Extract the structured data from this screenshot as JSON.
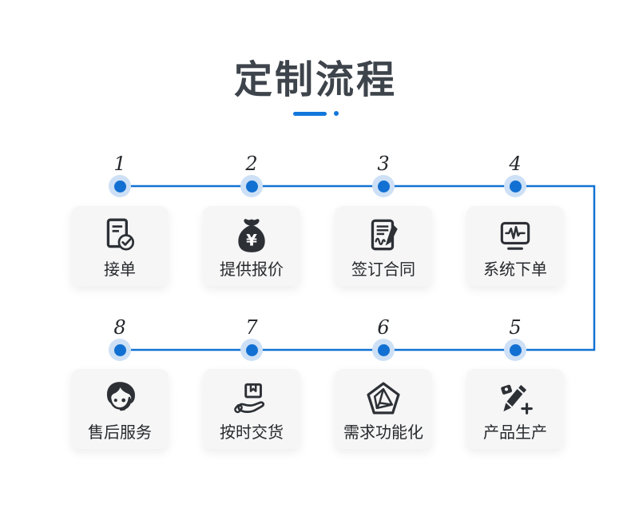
{
  "header": {
    "title": "定制流程",
    "title_color": "#3e444b",
    "accent_color": "#1277dd"
  },
  "flow": {
    "line_color": "#1272d4",
    "dot_color": "#1270d2",
    "dot_halo_color": "#cde0f6",
    "card_bg": "#f6f6f6",
    "icon_color": "#2d3136",
    "steps": [
      {
        "number": "1",
        "label": "接单",
        "icon": "order-document-check-icon",
        "row": 1,
        "col": 1
      },
      {
        "number": "2",
        "label": "提供报价",
        "icon": "money-bag-yen-icon",
        "row": 1,
        "col": 2
      },
      {
        "number": "3",
        "label": "签订合同",
        "icon": "contract-sign-pen-icon",
        "row": 1,
        "col": 3
      },
      {
        "number": "4",
        "label": "系统下单",
        "icon": "system-monitor-wave-icon",
        "row": 1,
        "col": 4
      },
      {
        "number": "5",
        "label": "产品生产",
        "icon": "pencil-plus-icon",
        "row": 2,
        "col": 4
      },
      {
        "number": "6",
        "label": "需求功能化",
        "icon": "pentagon-facet-icon",
        "row": 2,
        "col": 3
      },
      {
        "number": "7",
        "label": "按时交货",
        "icon": "delivery-hand-box-icon",
        "row": 2,
        "col": 2
      },
      {
        "number": "8",
        "label": "售后服务",
        "icon": "customer-service-agent-icon",
        "row": 2,
        "col": 1
      }
    ]
  }
}
